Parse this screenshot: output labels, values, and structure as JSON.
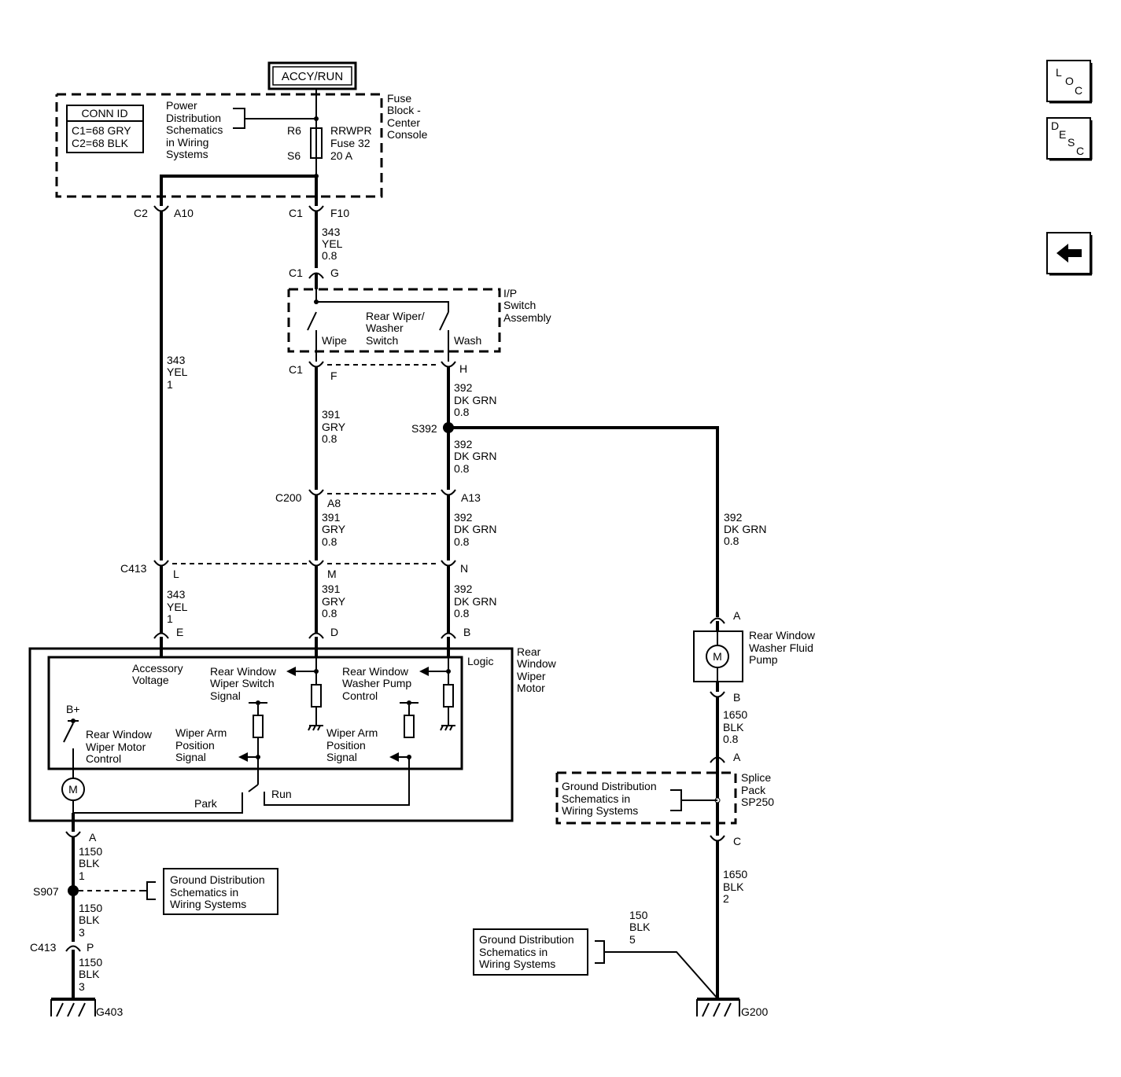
{
  "power": {
    "source": "ACCY/RUN"
  },
  "fuse_block": {
    "name": [
      "Fuse",
      "Block -",
      "Center",
      "Console"
    ],
    "conn_id_title": "CONN ID",
    "conn_ids": [
      "C1=68 GRY",
      "C2=68 BLK"
    ],
    "ref": [
      "Power",
      "Distribution",
      "Schematics",
      "in Wiring",
      "Systems"
    ],
    "fuse_label": [
      "RRWPR",
      "Fuse 32",
      "20 A"
    ],
    "pin_in": "R6",
    "pin_out": "S6"
  },
  "switch_assembly": {
    "name": [
      "I/P",
      "Switch",
      "Assembly"
    ],
    "switch_name": [
      "Rear Wiper/",
      "Washer",
      "Switch"
    ],
    "wipe": "Wipe",
    "wash": "Wash"
  },
  "motor_module": {
    "name": [
      "Rear",
      "Window",
      "Wiper",
      "Motor"
    ],
    "logic": "Logic",
    "accessory_voltage": [
      "Accessory",
      "Voltage"
    ],
    "wiper_switch_signal": [
      "Rear Window",
      "Wiper Switch",
      "Signal"
    ],
    "washer_pump_control": [
      "Rear Window",
      "Washer Pump",
      "Control"
    ],
    "bplus": "B+",
    "motor_control": [
      "Rear Window",
      "Wiper Motor",
      "Control"
    ],
    "arm_pos_1": [
      "Wiper Arm",
      "Position",
      "Signal"
    ],
    "arm_pos_2": [
      "Wiper Arm",
      "Position",
      "Signal"
    ],
    "motor": "M",
    "park": "Park",
    "run": "Run"
  },
  "pump": {
    "name": [
      "Rear Window",
      "Washer Fluid",
      "Pump"
    ],
    "symbol": "M"
  },
  "splice_pack": {
    "name": [
      "Splice",
      "Pack",
      "SP250"
    ]
  },
  "ground_ref": [
    "Ground Distribution",
    "Schematics in",
    "Wiring Systems"
  ],
  "connectors": {
    "c2": "C2",
    "a10": "A10",
    "c1": "C1",
    "f10": "F10",
    "g": "G",
    "c1_f": "C1",
    "f": "F",
    "h": "H",
    "c200": "C200",
    "a8": "A8",
    "a13": "A13",
    "c413": "C413",
    "l": "L",
    "m": "M",
    "n": "N",
    "e": "E",
    "d": "D",
    "b": "B",
    "motor_a": "A",
    "c413_b": "C413",
    "p": "P",
    "pump_a": "A",
    "pump_b": "B",
    "sp_a": "A",
    "sp_c": "C"
  },
  "splices": {
    "s392": "S392",
    "s907": "S907"
  },
  "grounds": {
    "g403": "G403",
    "g200": "G200"
  },
  "wires": {
    "w343_08": [
      "343",
      "YEL",
      "0.8"
    ],
    "w343_1a": [
      "343",
      "YEL",
      "1"
    ],
    "w343_1b": [
      "343",
      "YEL",
      "1"
    ],
    "w392_a": [
      "392",
      "DK GRN",
      "0.8"
    ],
    "w391_a": [
      "391",
      "GRY",
      "0.8"
    ],
    "w392_b": [
      "392",
      "DK GRN",
      "0.8"
    ],
    "w391_b": [
      "391",
      "GRY",
      "0.8"
    ],
    "w392_c": [
      "392",
      "DK GRN",
      "0.8"
    ],
    "w392_pump": [
      "392",
      "DK GRN",
      "0.8"
    ],
    "w391_c": [
      "391",
      "GRY",
      "0.8"
    ],
    "w392_d": [
      "392",
      "DK GRN",
      "0.8"
    ],
    "w1650_08": [
      "1650",
      "BLK",
      "0.8"
    ],
    "w1150_1": [
      "1150",
      "BLK",
      "1"
    ],
    "w1150_3a": [
      "1150",
      "BLK",
      "3"
    ],
    "w1150_3b": [
      "1150",
      "BLK",
      "3"
    ],
    "w1650_2": [
      "1650",
      "BLK",
      "2"
    ],
    "w150_5": [
      "150",
      "BLK",
      "5"
    ]
  },
  "nav": {
    "loc": [
      "L",
      "O",
      "C"
    ],
    "desc": [
      "D",
      "E",
      "S",
      "C"
    ]
  }
}
